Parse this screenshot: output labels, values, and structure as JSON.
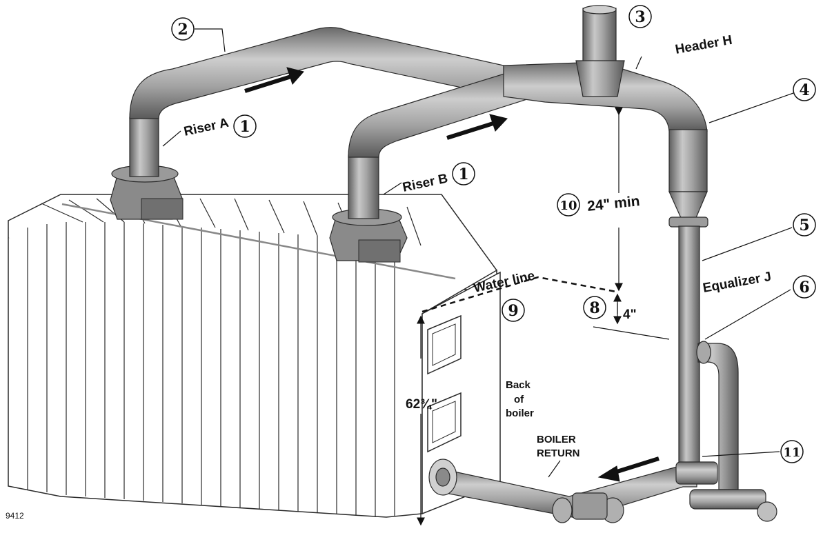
{
  "figure_id": "9412",
  "callouts": [
    {
      "id": "c1a",
      "num": "1"
    },
    {
      "id": "c1b",
      "num": "1"
    },
    {
      "id": "c2",
      "num": "2"
    },
    {
      "id": "c3",
      "num": "3"
    },
    {
      "id": "c4",
      "num": "4"
    },
    {
      "id": "c5",
      "num": "5"
    },
    {
      "id": "c6",
      "num": "6"
    },
    {
      "id": "c8",
      "num": "8"
    },
    {
      "id": "c9",
      "num": "9"
    },
    {
      "id": "c10",
      "num": "10"
    },
    {
      "id": "c11",
      "num": "11"
    }
  ],
  "labels": {
    "riser_a": "Riser A",
    "riser_b": "Riser B",
    "header_h": "Header H",
    "equalizer_j": "Equalizer J",
    "water_line": "Water line",
    "min_24": "24\" min",
    "dim_4": "4\"",
    "height": "62¾\"",
    "back_of_boiler_1": "Back",
    "back_of_boiler_2": "of",
    "back_of_boiler_3": "boiler",
    "boiler_return_1": "BOILER",
    "boiler_return_2": "RETURN"
  },
  "colors": {
    "pipe": "#a9a9a9",
    "pipe_dark": "#6e6e6e",
    "boiler": "#ffffff",
    "outline": "#2a2a2a"
  }
}
